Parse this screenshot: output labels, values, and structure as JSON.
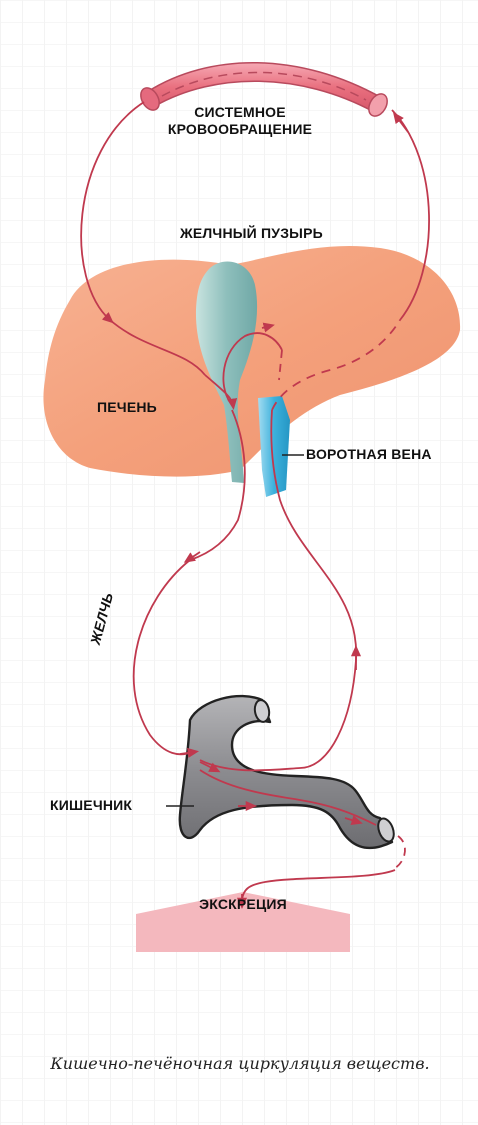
{
  "labels": {
    "systemic_circulation": "СИСТЕМНОЕ КРОВООБРАЩЕНИЕ",
    "gallbladder": "ЖЕЛЧНЫЙ ПУЗЫРЬ",
    "liver": "ПЕЧЕНЬ",
    "portal_vein": "ВОРОТНАЯ ВЕНА",
    "bile": "ЖЕЛЧЬ",
    "intestine": "КИШЕЧНИК",
    "excretion": "ЭКСКРЕЦИЯ"
  },
  "caption": "Кишечно-печёночная циркуляция веществ.",
  "colors": {
    "liver": "#f4a27e",
    "gallbladder": "#8fc2bf",
    "portal_vein": "#3fb3dc",
    "vessel": "#e56a7e",
    "arrow": "#c0394e",
    "intestine": "#8e8e92",
    "excretion_box": "#f4b8be"
  }
}
